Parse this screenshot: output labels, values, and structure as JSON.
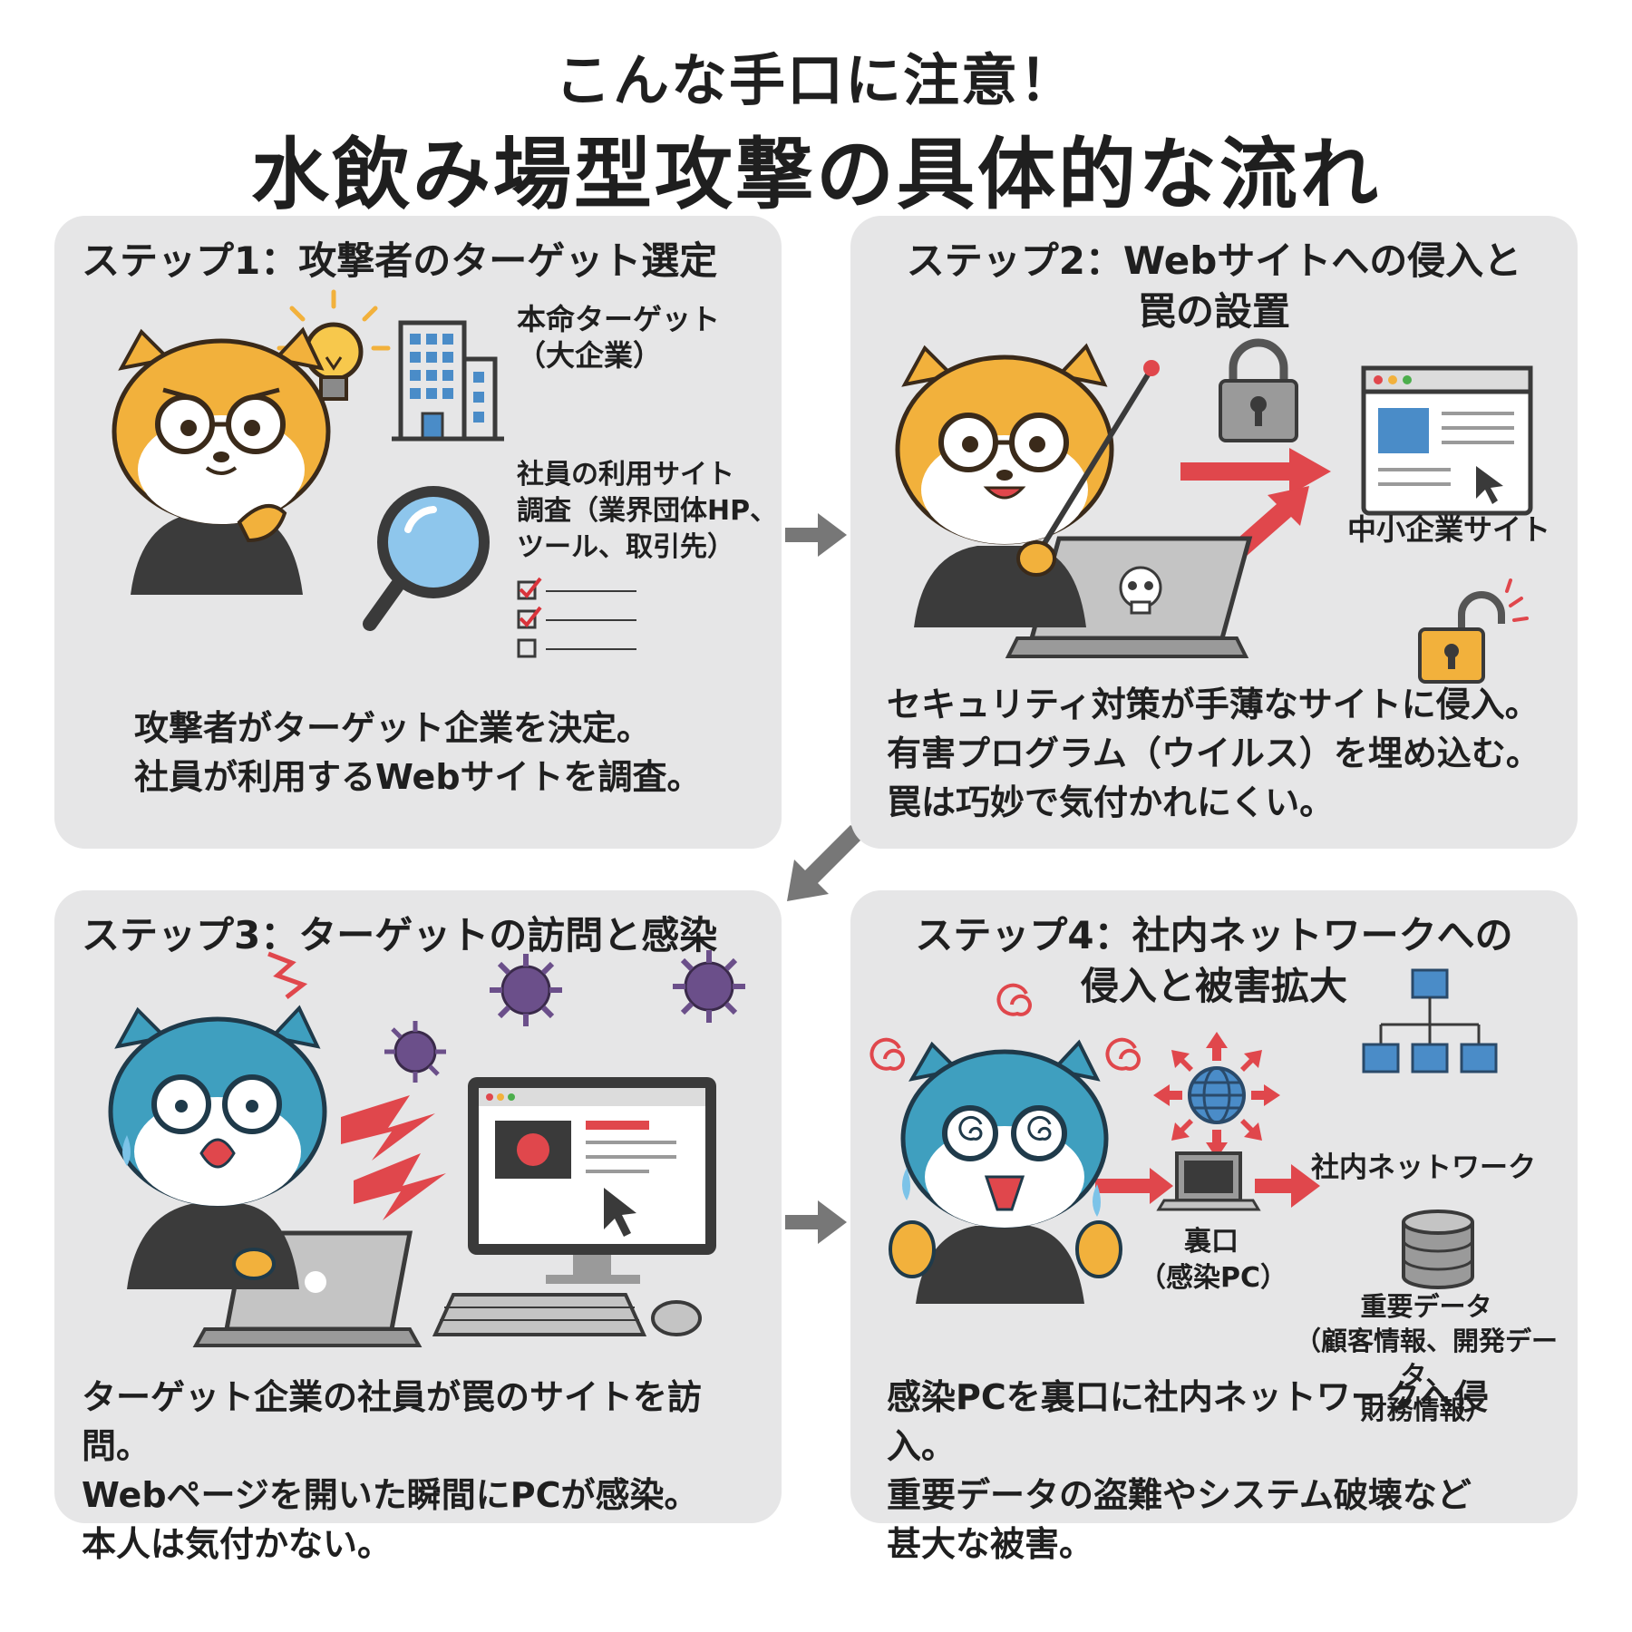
{
  "header": {
    "subtitle": "こんな手口に注意！",
    "title": "水飲み場型攻撃の具体的な流れ"
  },
  "steps": [
    {
      "title": "ステップ1：攻撃者のターゲット選定",
      "labels": {
        "target": [
          "本命ターゲット",
          "（大企業）"
        ],
        "research": [
          "社員の利用サイト",
          "調査（業界団体HP、",
          "ツール、取引先）"
        ]
      },
      "description": [
        "攻撃者がターゲット企業を決定。",
        "社員が利用するWebサイトを調査。"
      ]
    },
    {
      "title": [
        "ステップ2：Webサイトへの侵入と",
        "罠の設置"
      ],
      "labels": {
        "site": "中小企業サイト"
      },
      "description": [
        "セキュリティ対策が手薄なサイトに侵入。",
        "有害プログラム（ウイルス）を埋め込む。",
        "罠は巧妙で気付かれにくい。"
      ]
    },
    {
      "title": "ステップ3：ターゲットの訪問と感染",
      "description": [
        "ターゲット企業の社員が罠のサイトを訪問。",
        "Webページを開いた瞬間にPCが感染。",
        "本人は気付かない。"
      ]
    },
    {
      "title": [
        "ステップ4：社内ネットワークへの",
        "侵入と被害拡大"
      ],
      "labels": {
        "network": "社内ネットワーク",
        "backdoor": [
          "裏口",
          "（感染PC）"
        ],
        "data": [
          "重要データ",
          "（顧客情報、開発データ、",
          "財務情報）"
        ]
      },
      "description": [
        "感染PCを裏口に社内ネットワークへ侵入。",
        "重要データの盗難やシステム破壊など",
        "甚大な被害。"
      ]
    }
  ],
  "colors": {
    "panel": "#e6e6e7",
    "flow_arrow": "#777777",
    "attack_arrow": "#e0474c",
    "shiba": "#f2b13c",
    "shiba_scared": "#3f9fbf",
    "virus": "#6b4f8a"
  },
  "icons": [
    "lightbulb-icon",
    "building-icon",
    "magnifier-icon",
    "checklist-icon",
    "lock-icon",
    "browser-icon",
    "laptop-skull-icon",
    "unlock-icon",
    "virus-icon",
    "monitor-icon",
    "globe-icon",
    "org-chart-icon",
    "database-icon"
  ]
}
